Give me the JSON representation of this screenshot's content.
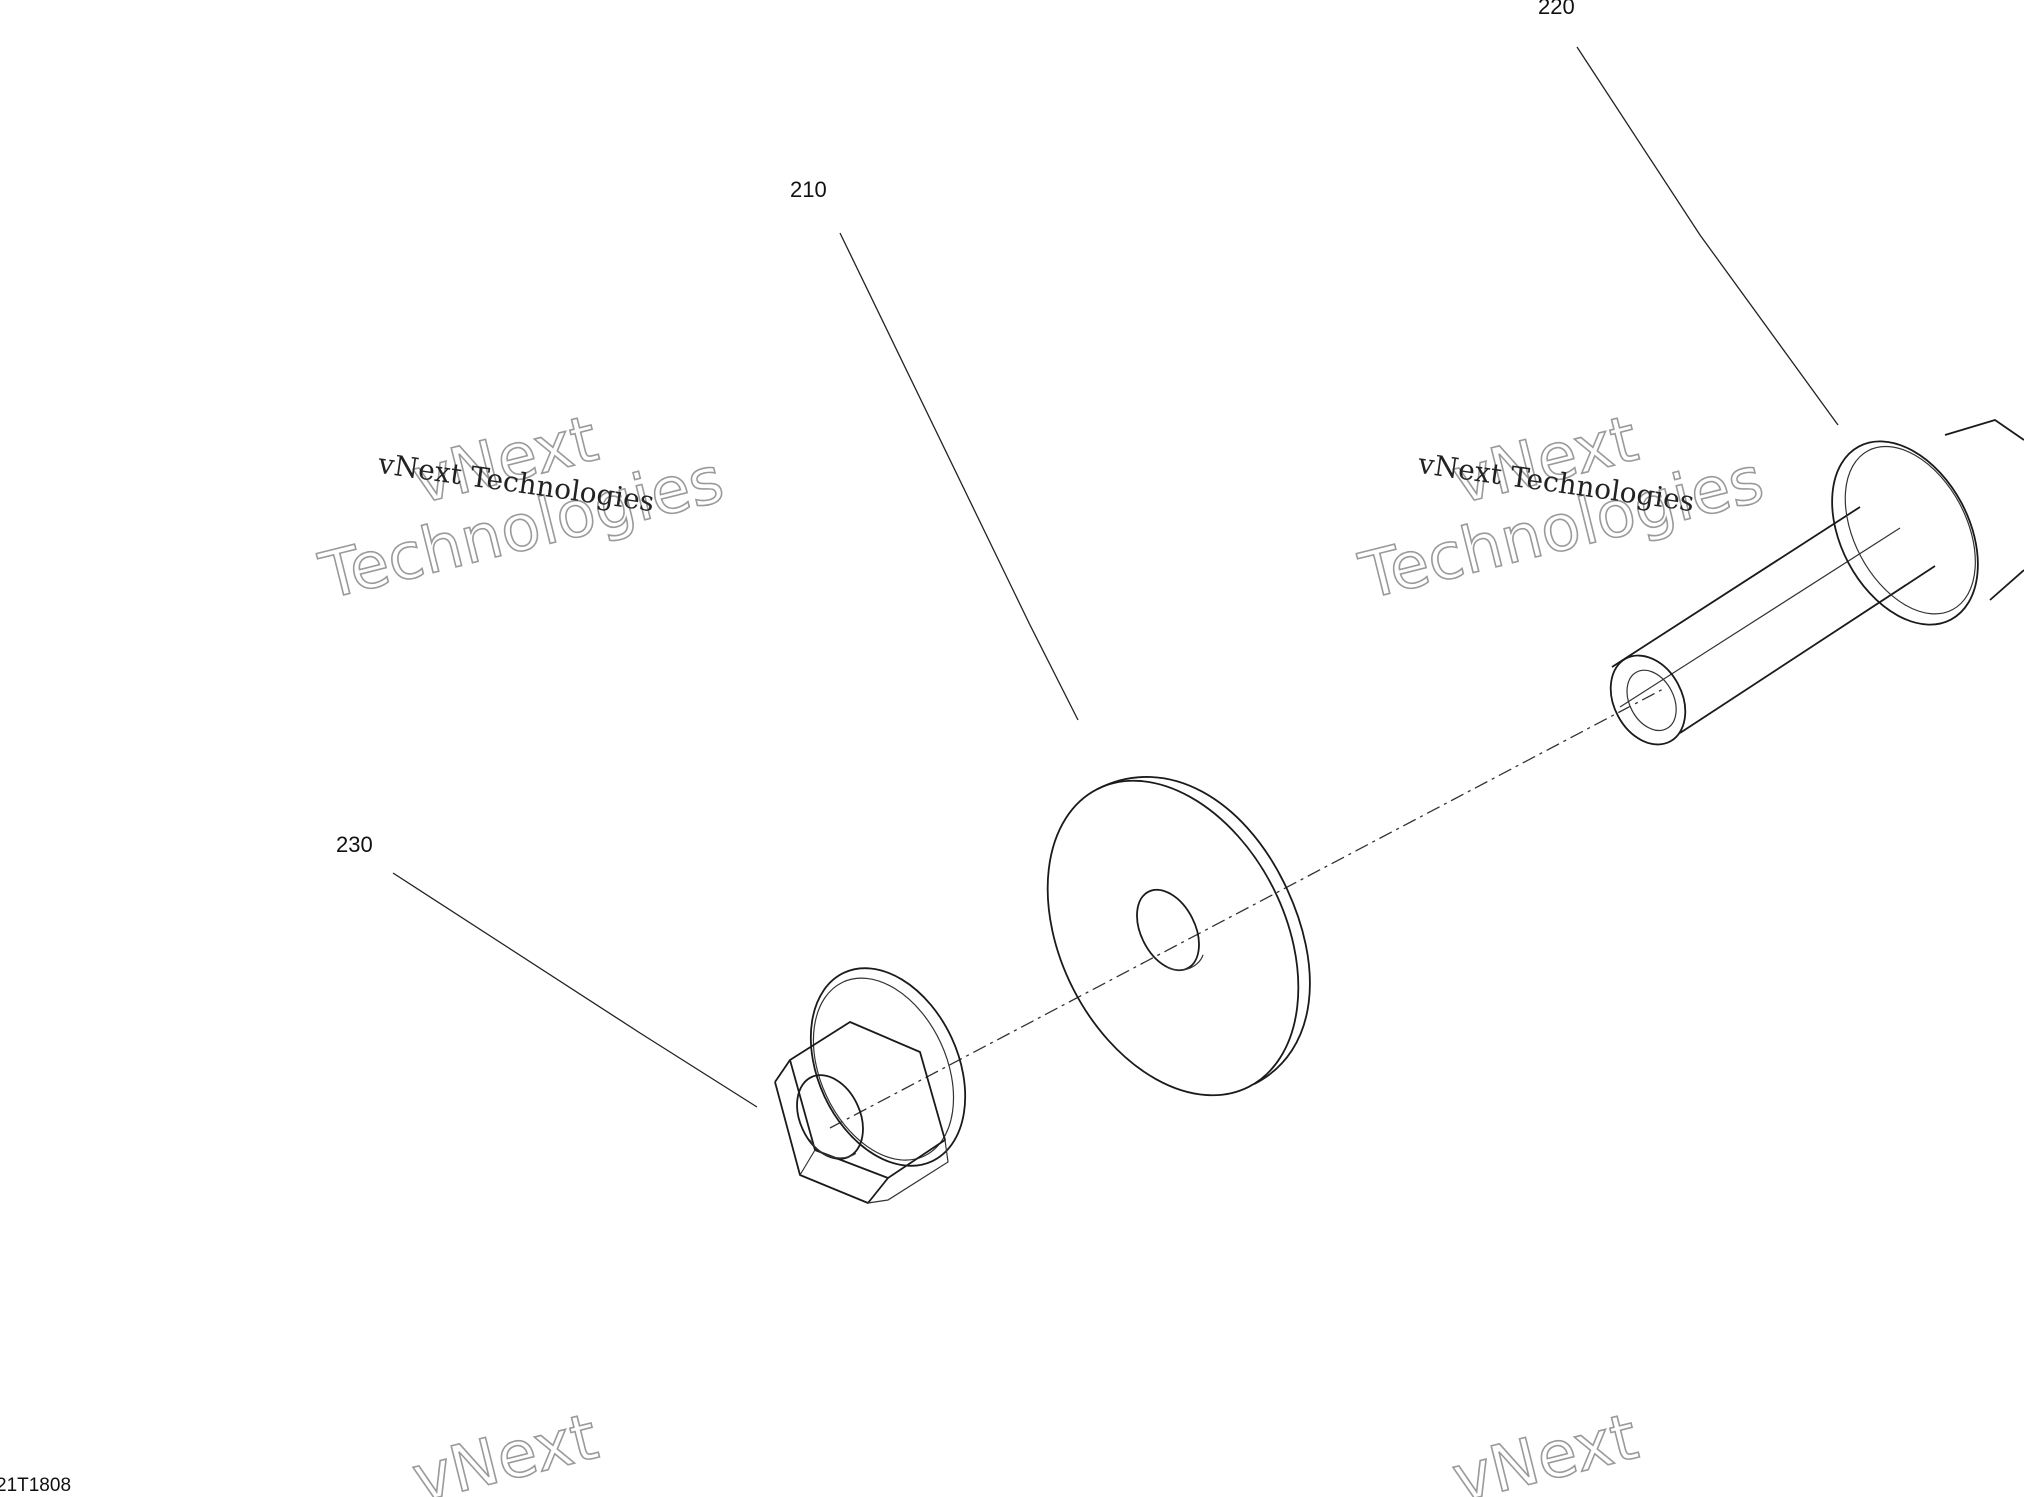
{
  "drawing": {
    "drawing_id": "21T1808",
    "callouts": [
      {
        "id": "210",
        "part": "washer"
      },
      {
        "id": "220",
        "part": "flange-bolt"
      },
      {
        "id": "230",
        "part": "flange-nut"
      }
    ]
  },
  "watermark": {
    "line_text": "vNext Technologies",
    "outline_top": "vNext",
    "outline_bottom": "Technologies"
  },
  "colors": {
    "line": "#1a1a1a",
    "watermark_outline": "#9a9a9a",
    "background": "#ffffff"
  }
}
